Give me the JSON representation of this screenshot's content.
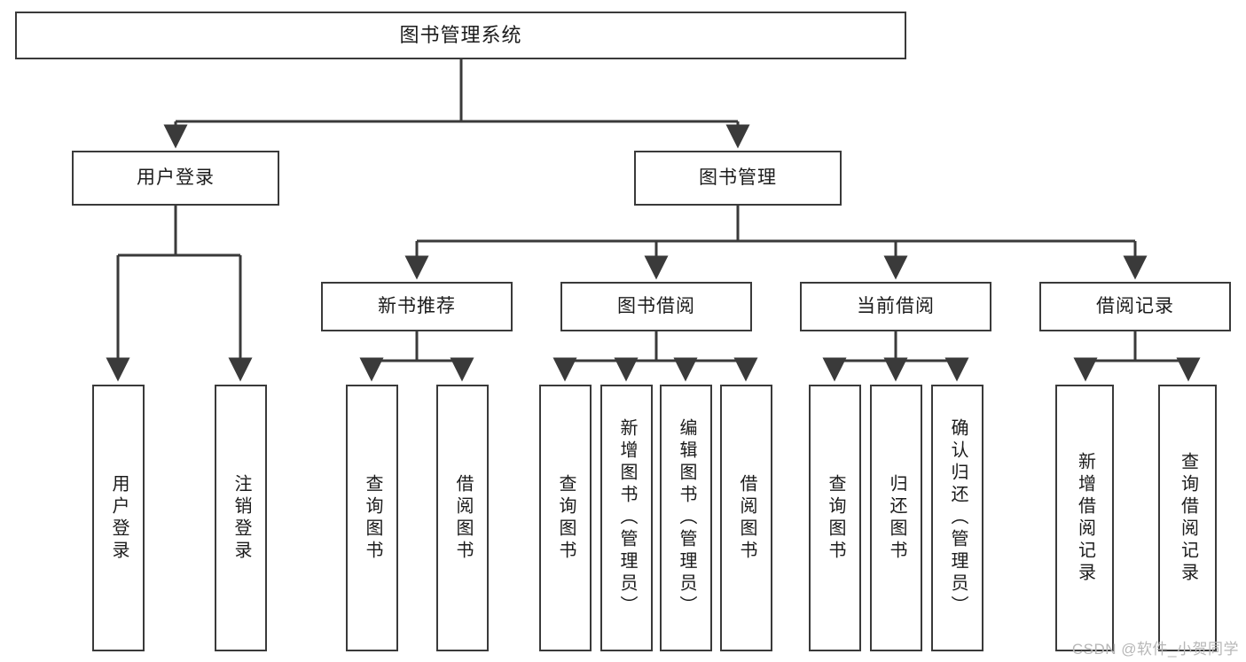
{
  "diagram": {
    "title": "图书管理系统",
    "type": "tree-hierarchy",
    "watermark": "CSDN @软件_小贺同学",
    "colors": {
      "stroke": "#3a3a3a",
      "fill": "#ffffff",
      "text": "#1b1b1b",
      "watermark": "#b7b7b7"
    },
    "nodes": {
      "root": {
        "label": "图书管理系统"
      },
      "level1": [
        {
          "label": "用户登录"
        },
        {
          "label": "图书管理"
        }
      ],
      "level2": [
        {
          "label": "新书推荐"
        },
        {
          "label": "图书借阅"
        },
        {
          "label": "当前借阅"
        },
        {
          "label": "借阅记录"
        }
      ],
      "leaves": {
        "user_login": [
          {
            "label": "用户登录"
          },
          {
            "label": "注销登录"
          }
        ],
        "new_book": [
          {
            "label": "查询图书"
          },
          {
            "label": "借阅图书"
          }
        ],
        "book_borrow": [
          {
            "label": "查询图书"
          },
          {
            "label": "新增图书（管理员）"
          },
          {
            "label": "编辑图书（管理员）"
          },
          {
            "label": "借阅图书"
          }
        ],
        "current_borrow": [
          {
            "label": "查询图书"
          },
          {
            "label": "归还图书"
          },
          {
            "label": "确认归还（管理员）"
          }
        ],
        "borrow_record": [
          {
            "label": "新增借阅记录"
          },
          {
            "label": "查询借阅记录"
          }
        ]
      }
    }
  }
}
